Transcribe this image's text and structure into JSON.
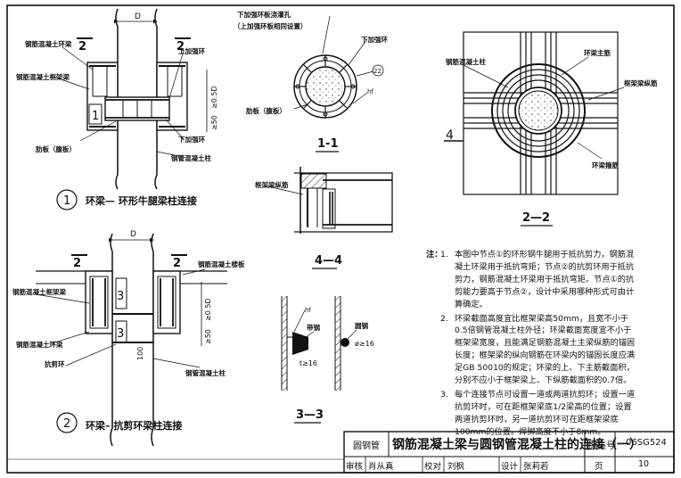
{
  "detail1": {
    "title": "环梁— 环形牛腿梁柱连接",
    "number": "1",
    "labels": {
      "rc_ring_beam": "钢筋混凝土环梁",
      "rc_frame_beam": "钢筋混凝土框架梁",
      "rib_plate": "肋板（腹板）",
      "top_plate": "上加强环",
      "bottom_ring": "下加强环",
      "steel_tube_column": "钢管混凝土柱",
      "dim_d": "D",
      "dim_050": "≥0.5D",
      "dim_50": "≥50",
      "section_mark_left": "2",
      "section_mark_right": "2",
      "node_tag": "1"
    }
  },
  "detail2": {
    "title": "环梁– 抗剪环梁柱连接",
    "number": "2",
    "labels": {
      "rc_floor_slab": "钢筋混凝土楼板",
      "rc_frame_beam": "钢筋混凝土框架梁",
      "rc_ring_beam": "钢筋混凝土环梁",
      "shear_ring": "抗剪环",
      "steel_tube_column": "钢管混凝土柱",
      "dim_d": "D",
      "dim_050": "≥0.5D",
      "dim_50": "≥50",
      "dim_100": "100",
      "section_mark_left": "2",
      "section_mark_right": "2",
      "node_tag_left": "3",
      "node_tag_right": "3"
    }
  },
  "section11": {
    "title": "1-1",
    "labels": {
      "pour_hole": "下加强环板浇灌孔",
      "pour_hole_note": "（上加强环板相同设置）",
      "bottom_ring": "下加强环",
      "rib_plate": "肋板（腹板）",
      "size_22": "22",
      "hf": "hf"
    }
  },
  "section22": {
    "title": "2—2",
    "labels": {
      "rc_column": "钢筋混凝土柱",
      "ring_main_bar": "环梁主筋",
      "frame_long_bar": "框架梁纵筋",
      "ring_stirrup": "环梁箍筋",
      "tag": "4"
    }
  },
  "section44": {
    "title": "4—4",
    "labels": {
      "frame_long_bar": "框架梁纵筋"
    }
  },
  "section33": {
    "title": "3—3",
    "labels": {
      "band_steel": "带钢",
      "round_steel": "圆钢",
      "hf": "hf",
      "t_ge_16": "t≥16",
      "phi_ge_16": "ø≥16"
    }
  },
  "notes": {
    "prefix": "注：",
    "items": [
      {
        "num": "1.",
        "text": "本图中节点①的环形钢牛腿用于抵抗剪力，钢筋混凝土环梁用于抵抗弯矩；节点②的抗剪环用于抵抗剪力，钢筋混凝土环梁用于抵抗弯矩。节点①的抗剪能力要高于节点②，设计中采用哪种形式可由计算确定。"
      },
      {
        "num": "2.",
        "text": "环梁截面高度宜比框架梁高50mm，且宽不小于0.5倍钢管混凝土柱外径；环梁截面宽度宜不小于框架梁宽度，且能满足钢筋混凝土主梁纵筋的锚固长度；框架梁的纵向钢筋在环梁内的锚固长度应满足GB 50010的规定；环梁的上、下主筋截面积，分别不应小于框架梁上、下纵筋截面积的0.7倍。"
      },
      {
        "num": "3.",
        "text": "每个连接节点可设置一道或两道抗剪环；设置一道抗剪环时，可在距框架梁底1/2梁高的位置；设置两道抗剪环时，另一道抗剪环可在距框架梁底100mm的位置。焊脚高度不小于8mm。"
      }
    ]
  },
  "title_block": {
    "category": "圆钢管",
    "title": "钢筋混凝土梁与圆钢管混凝土柱的连接（一）",
    "atlas_label": "图集号",
    "atlas_no": "06SG524",
    "review_label": "审核",
    "reviewer": "肖从真",
    "check_label": "校对",
    "checker": "刘枫",
    "design_label": "设计",
    "designer": "张莉若",
    "page_label": "页",
    "page_no": "10"
  }
}
